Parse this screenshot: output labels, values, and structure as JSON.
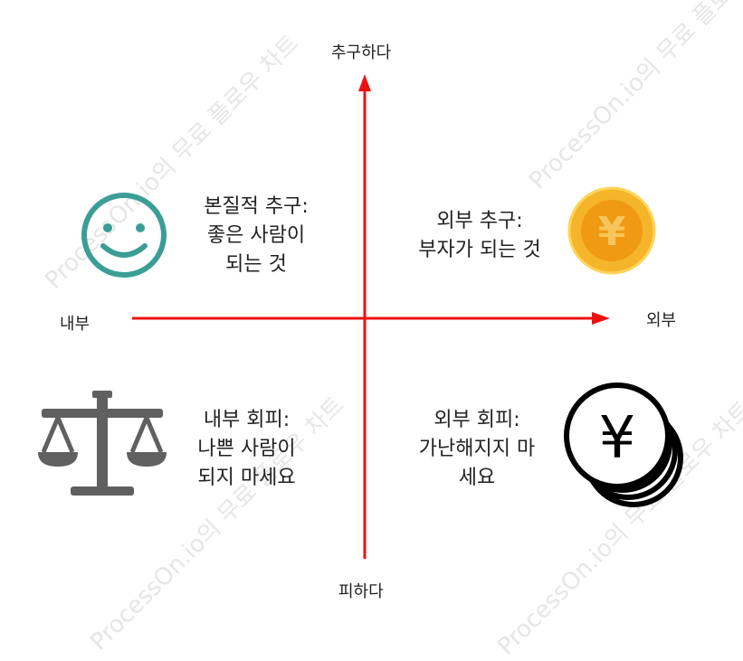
{
  "watermark": "ProcessOn.io의 무료 플로우 차트",
  "axes": {
    "top": "추구하다",
    "bottom": "피하다",
    "left": "내부",
    "right": "외부",
    "color": "#ee1111"
  },
  "quadrants": {
    "top_left": {
      "lines": [
        "본질적 추구:",
        "좋은 사람이",
        "되는 것"
      ],
      "icon": "smiley-face-icon"
    },
    "top_right": {
      "lines": [
        "외부 추구:",
        "부자가 되는 것"
      ],
      "icon": "gold-yen-coin-icon"
    },
    "bottom_left": {
      "lines": [
        "내부 회피:",
        "나쁜 사람이",
        "되지 마세요"
      ],
      "icon": "balance-scale-icon"
    },
    "bottom_right": {
      "lines": [
        "외부 회피:",
        "가난해지지 마",
        "세요"
      ],
      "icon": "yen-coin-stack-icon"
    }
  },
  "icons": {
    "smiley_color": "#3a9e96",
    "coin_gold": "#f5b52a",
    "coin_gold_inner": "#f09a14",
    "coin_symbol": "¥",
    "scale_color": "#606060",
    "stack_symbol": "¥"
  }
}
